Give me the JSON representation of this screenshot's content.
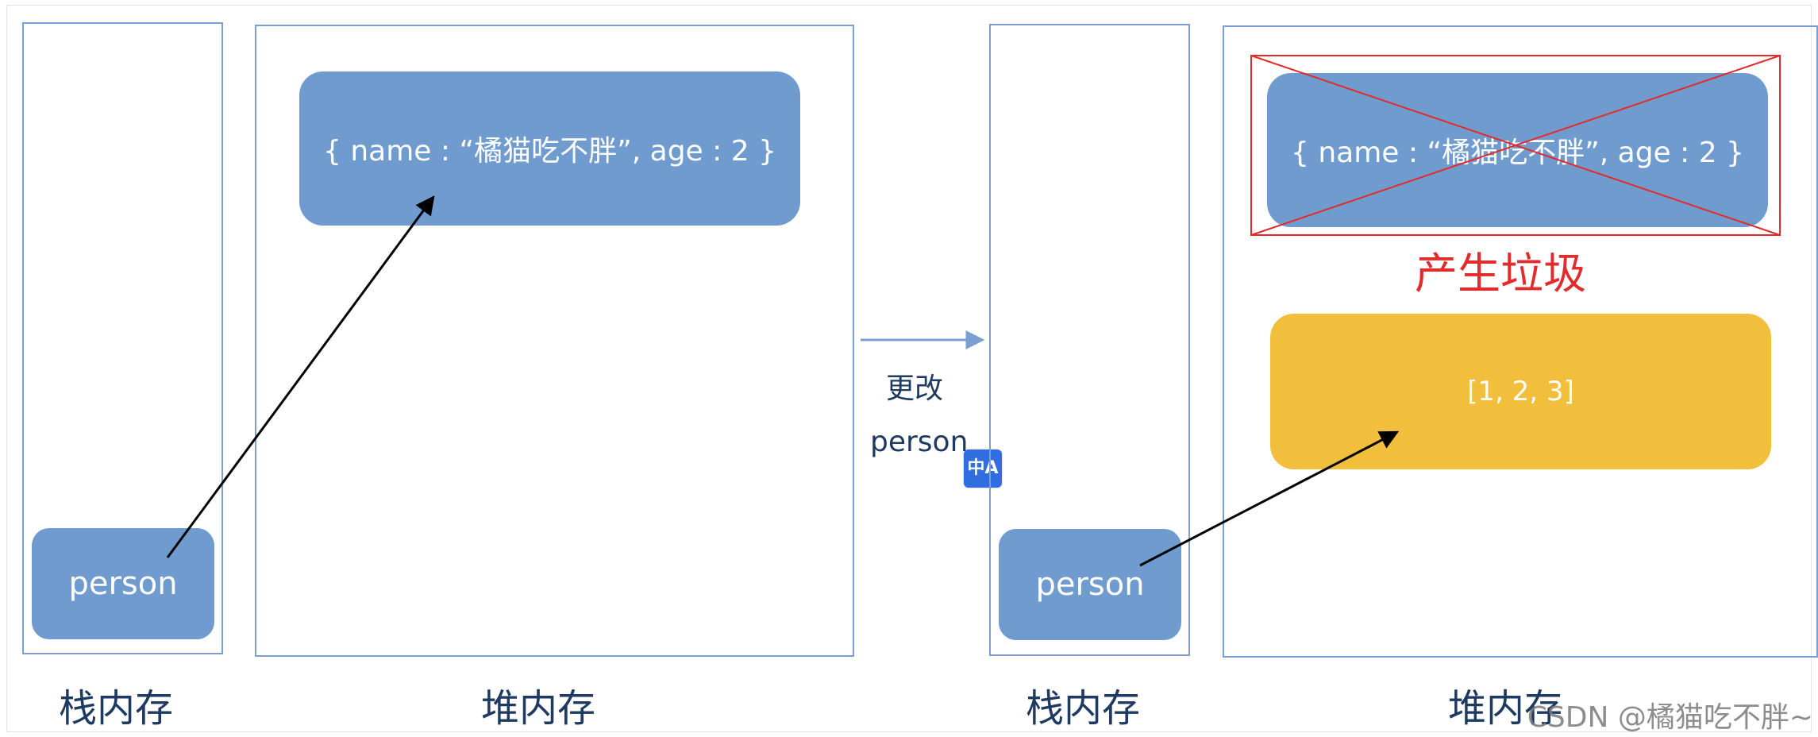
{
  "left": {
    "stack_label": "栈内存",
    "heap_label": "堆内存",
    "stack_var": "person",
    "heap_object": "{ name : “橘猫吃不胖”, age : 2 }"
  },
  "transition": {
    "line1": "更改",
    "line2": "person",
    "translate_icon": "中A"
  },
  "right": {
    "stack_label": "栈内存",
    "heap_label": "堆内存",
    "stack_var": "person",
    "old_object": "{ name : “橘猫吃不胖”, age : 2 }",
    "garbage_label": "产生垃圾",
    "new_object": "[1, 2, 3]"
  },
  "watermark": "CSDN @橘猫吃不胖~",
  "colors": {
    "panel_border": "#7b9fd1",
    "box_blue": "#6f9bcf",
    "box_yellow": "#f2bf3d",
    "garbage_red": "#e32b2b",
    "label_text": "#1f3a60"
  }
}
